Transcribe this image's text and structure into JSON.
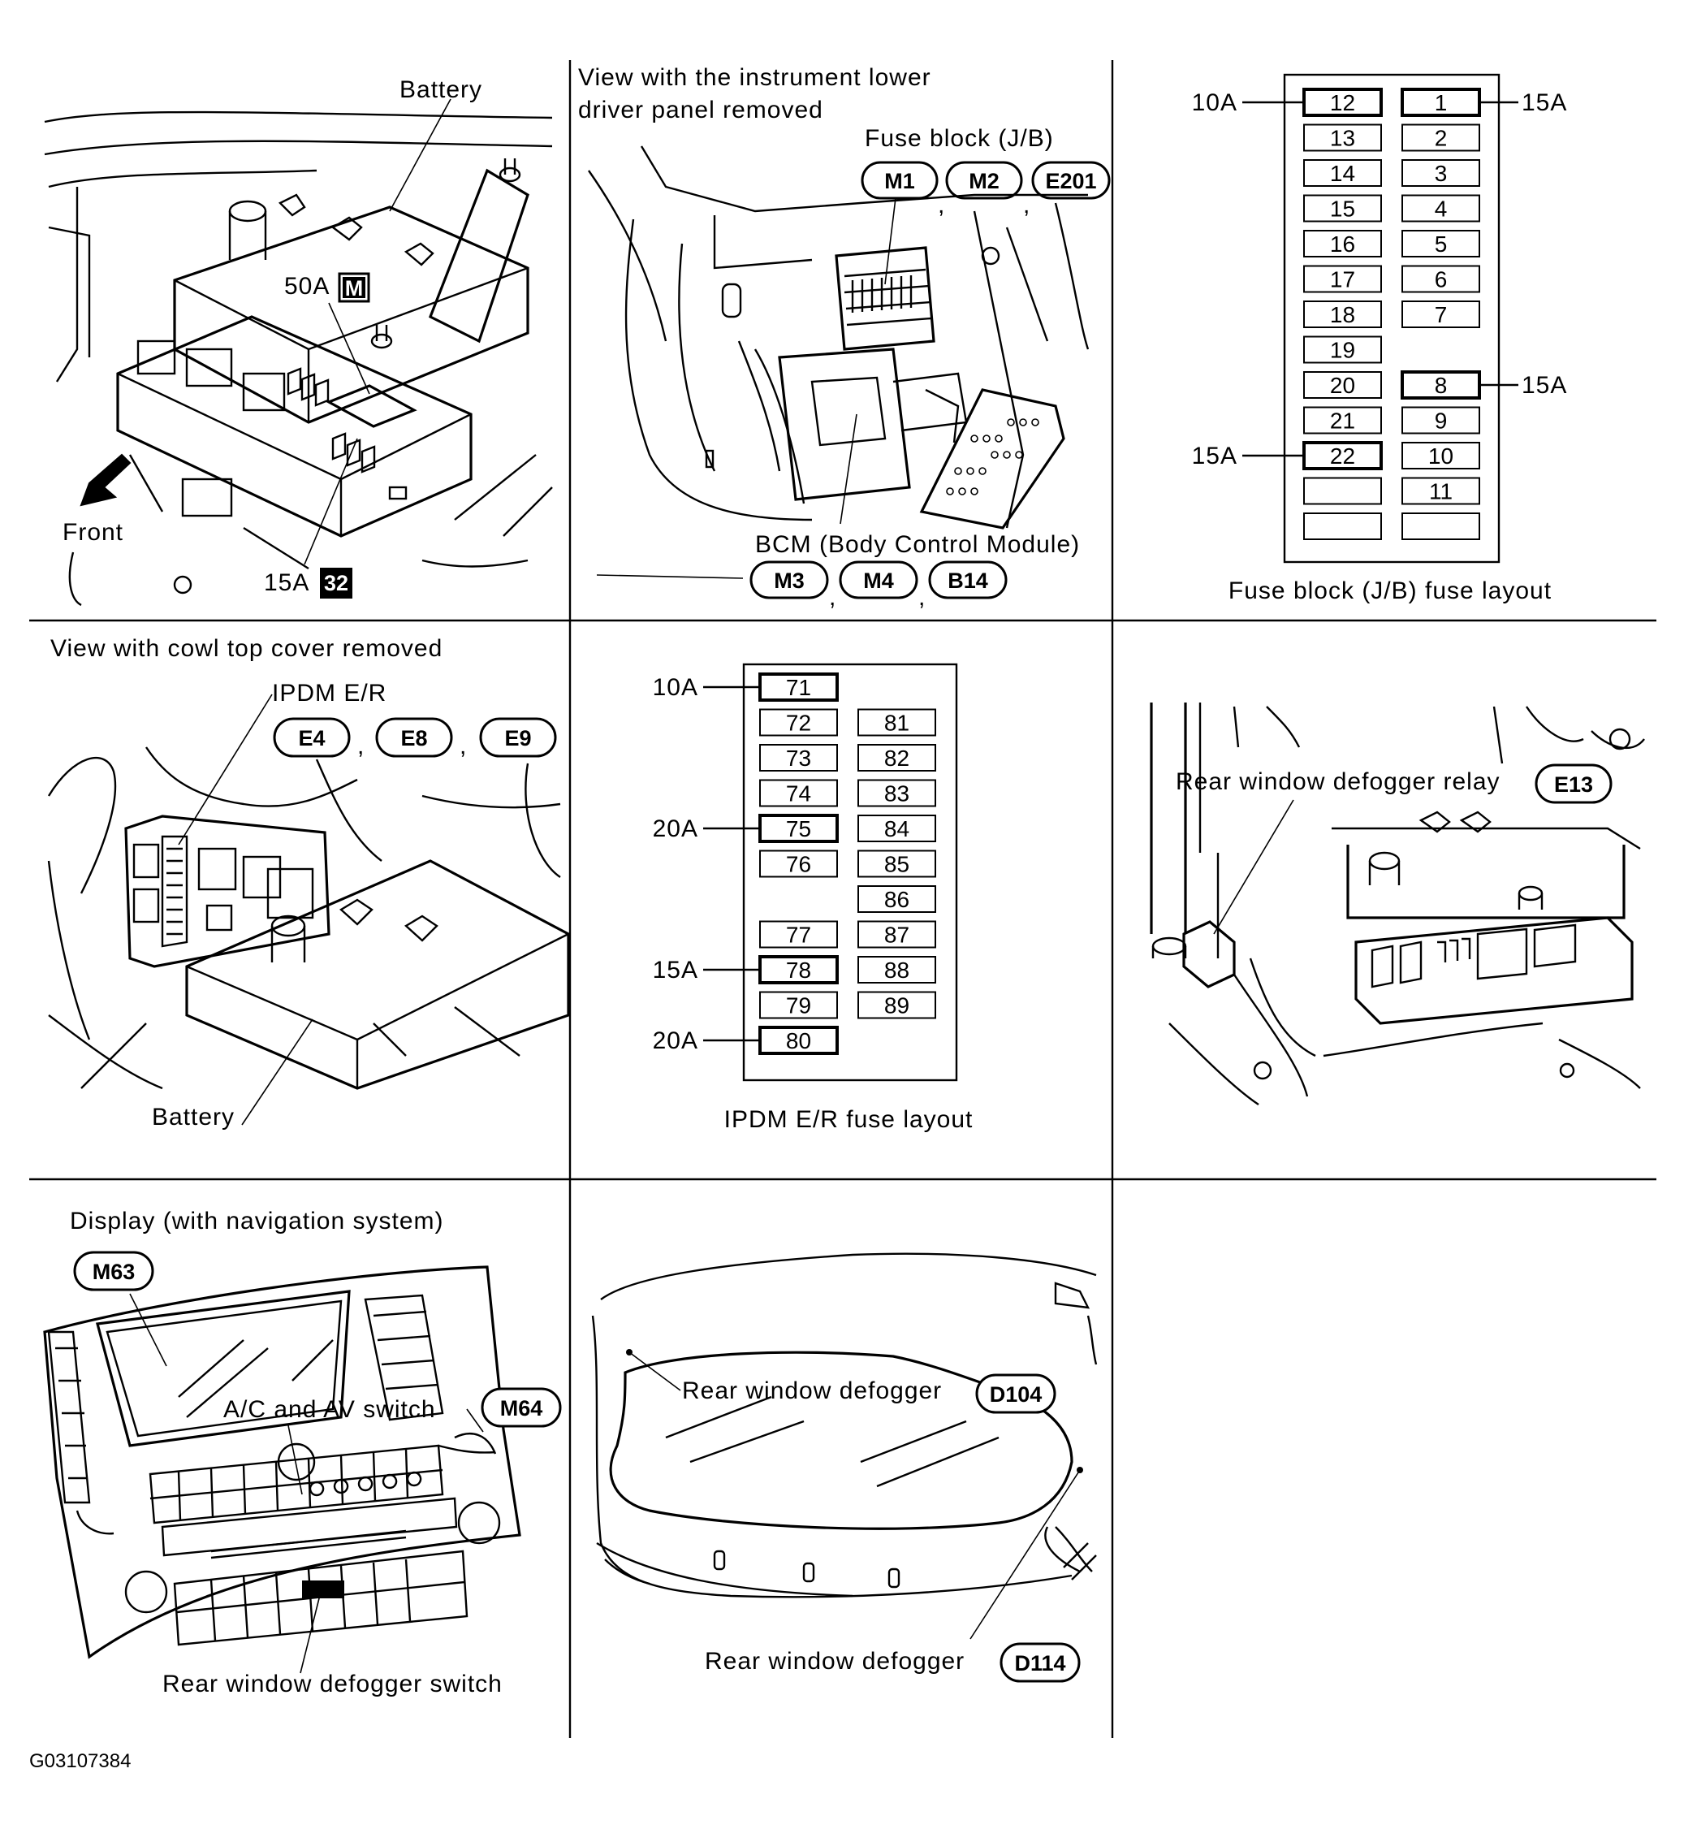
{
  "figure_id": "G03107384",
  "panels": {
    "battery": {
      "battery_label": "Battery",
      "front_label": "Front",
      "fuse_50a": {
        "rating": "50A",
        "tag": "M"
      },
      "fuse_15a": {
        "rating": "15A",
        "tag": "32"
      }
    },
    "fuse_block_view": {
      "caption_line1": "View with the instrument lower",
      "caption_line2": "driver panel removed",
      "fuse_block_label": "Fuse block (J/B)",
      "fuse_block_connectors": [
        "M1",
        "M2",
        "E201"
      ],
      "bcm_label": "BCM (Body Control Module)",
      "bcm_connectors": [
        "M3",
        "M4",
        "B14"
      ],
      "separator": ","
    },
    "jb_layout": {
      "caption": "Fuse block (J/B) fuse layout",
      "left_column": [
        "12",
        "13",
        "14",
        "15",
        "16",
        "17",
        "18",
        "19",
        "20",
        "21",
        "22",
        "",
        ""
      ],
      "right_column": [
        "1",
        "2",
        "3",
        "4",
        "5",
        "6",
        "7",
        "",
        "8",
        "9",
        "10",
        "11",
        ""
      ],
      "callouts": [
        {
          "fuse": "12",
          "rating": "10A"
        },
        {
          "fuse": "1",
          "rating": "15A"
        },
        {
          "fuse": "8",
          "rating": "15A"
        },
        {
          "fuse": "22",
          "rating": "15A"
        }
      ]
    },
    "ipdm_view": {
      "caption": "View with cowl top cover removed",
      "ipdm_label": "IPDM E/R",
      "connectors": [
        "E4",
        "E8",
        "E9"
      ],
      "battery_label": "Battery",
      "separator": ","
    },
    "ipdm_layout": {
      "caption": "IPDM E/R fuse layout",
      "left_column": [
        "71",
        "72",
        "73",
        "74",
        "75",
        "76",
        "",
        "77",
        "78",
        "79",
        "80"
      ],
      "right_column": [
        "",
        "81",
        "82",
        "83",
        "84",
        "85",
        "86",
        "87",
        "88",
        "89",
        ""
      ],
      "callouts": [
        {
          "fuse": "71",
          "rating": "10A"
        },
        {
          "fuse": "75",
          "rating": "20A"
        },
        {
          "fuse": "78",
          "rating": "15A"
        },
        {
          "fuse": "80",
          "rating": "20A"
        }
      ]
    },
    "relay_view": {
      "relay_label": "Rear window defogger relay",
      "connector": "E13"
    },
    "display_view": {
      "caption": "Display (with navigation system)",
      "display_connector": "M63",
      "switch_label": "A/C and AV switch",
      "switch_connector": "M64",
      "defogger_switch_label": "Rear window defogger switch"
    },
    "defogger_view": {
      "defogger_label_1": "Rear window defogger",
      "connector_1": "D104",
      "defogger_label_2": "Rear window defogger",
      "connector_2": "D114"
    }
  }
}
